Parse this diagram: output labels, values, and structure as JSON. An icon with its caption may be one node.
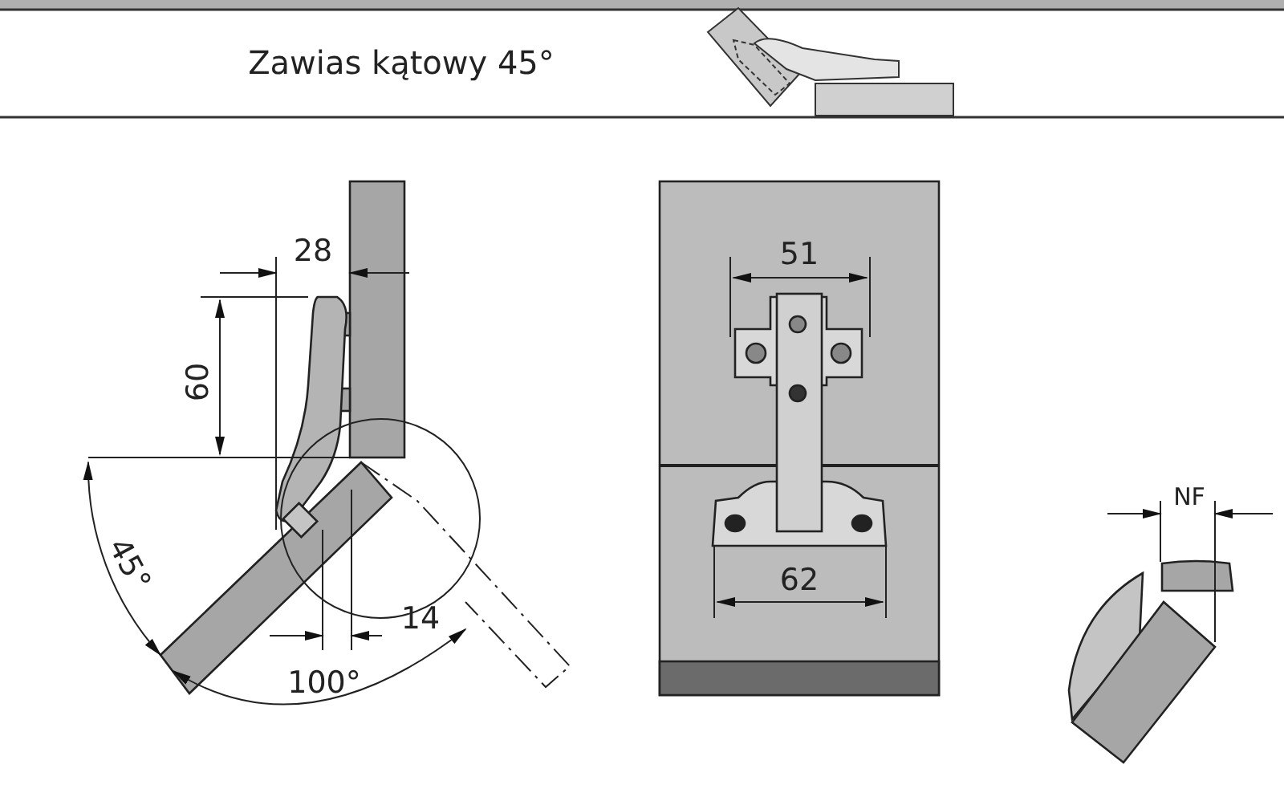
{
  "diagram": {
    "title": "Zawias kątowy 45°",
    "labels": [
      "28",
      "60",
      "45°",
      "14",
      "100°",
      "51",
      "62",
      "NF"
    ]
  }
}
